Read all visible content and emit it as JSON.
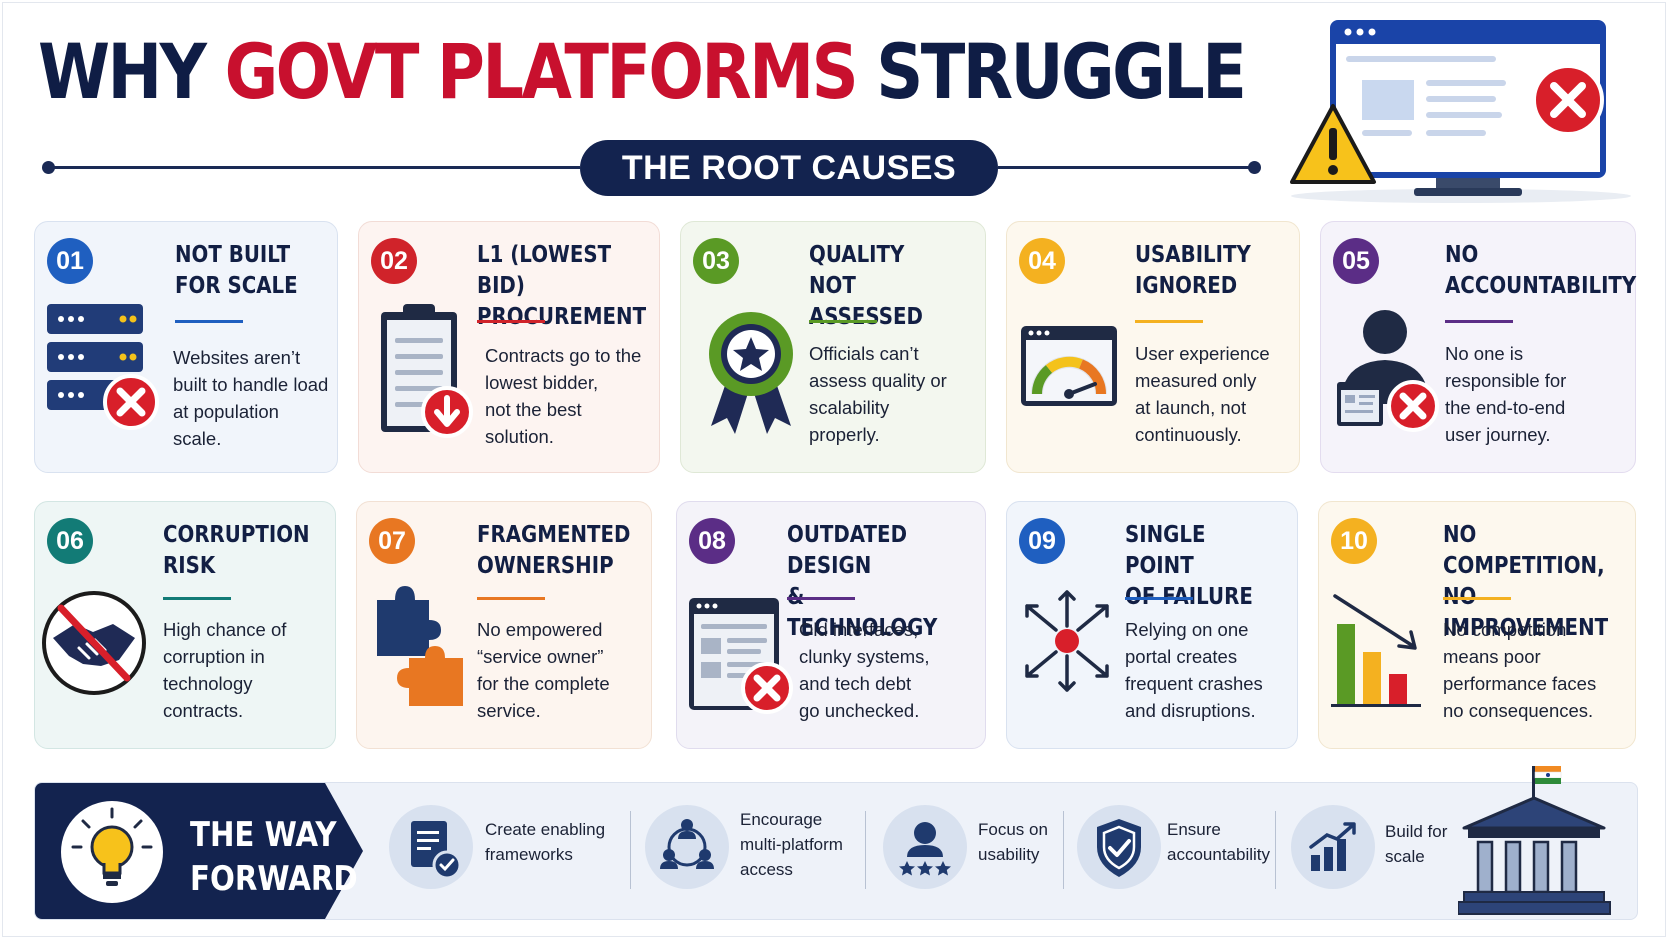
{
  "header": {
    "title_part1": "WHY ",
    "title_part2": "GOVT PLATFORMS",
    "title_part3": " STRUGGLE",
    "subtitle": "THE ROOT CAUSES"
  },
  "colors": {
    "navy": "#13234f",
    "title_red": "#c8102e",
    "blue": "#1f5fc0",
    "red": "#d0232a",
    "green": "#5a9a25",
    "amber": "#f4b120",
    "purple": "#5b2d86",
    "teal": "#127b76",
    "orange": "#e87722"
  },
  "causes": [
    {
      "number": "01",
      "title": "NOT BUILT\nFOR SCALE",
      "description": "Websites aren’t\nbuilt to handle load\nat population scale.",
      "icon": "server-rack-error-icon"
    },
    {
      "number": "02",
      "title": "L1 (LOWEST BID)\nPROCUREMENT",
      "description": "Contracts go to the\nlowest bidder,\nnot the best\nsolution.",
      "icon": "clipboard-down-arrow-icon"
    },
    {
      "number": "03",
      "title": "QUALITY NOT\nASSESSED",
      "description": "Officials can’t\nassess quality or\nscalability\nproperly.",
      "icon": "award-badge-icon"
    },
    {
      "number": "04",
      "title": "USABILITY\nIGNORED",
      "description": "User experience\nmeasured only\nat launch, not\ncontinuously.",
      "icon": "speedometer-window-icon"
    },
    {
      "number": "05",
      "title": "NO\nACCOUNTABILITY",
      "description": "No one is\nresponsible for\nthe end-to-end\nuser journey.",
      "icon": "person-error-icon"
    },
    {
      "number": "06",
      "title": "CORRUPTION\nRISK",
      "description": "High chance of\ncorruption in\ntechnology\ncontracts.",
      "icon": "no-handshake-icon"
    },
    {
      "number": "07",
      "title": "FRAGMENTED\nOWNERSHIP",
      "description": "No empowered\n“service owner”\nfor the complete\nservice.",
      "icon": "puzzle-pieces-icon"
    },
    {
      "number": "08",
      "title": "OUTDATED DESIGN\n& TECHNOLOGY",
      "description": "Old interfaces,\nclunky systems,\nand tech debt\ngo unchecked.",
      "icon": "outdated-window-error-icon"
    },
    {
      "number": "09",
      "title": "SINGLE POINT\nOF FAILURE",
      "description": "Relying on one\nportal creates\nfrequent crashes\nand disruptions.",
      "icon": "single-point-arrows-icon"
    },
    {
      "number": "10",
      "title": "NO COMPETITION,\nNO IMPROVEMENT",
      "description": "No competition\nmeans poor\nperformance faces\nno consequences.",
      "icon": "declining-bar-chart-icon"
    }
  ],
  "way_forward": {
    "title": "THE WAY\nFORWARD",
    "items": [
      {
        "label": "Create enabling\nframeworks",
        "icon": "document-check-icon"
      },
      {
        "label": "Encourage\nmulti-platform\naccess",
        "icon": "network-users-icon"
      },
      {
        "label": "Focus on\nusability",
        "icon": "user-rating-icon"
      },
      {
        "label": "Ensure\naccountability",
        "icon": "shield-check-icon"
      },
      {
        "label": "Build for\nscale",
        "icon": "growth-chart-icon"
      }
    ]
  }
}
